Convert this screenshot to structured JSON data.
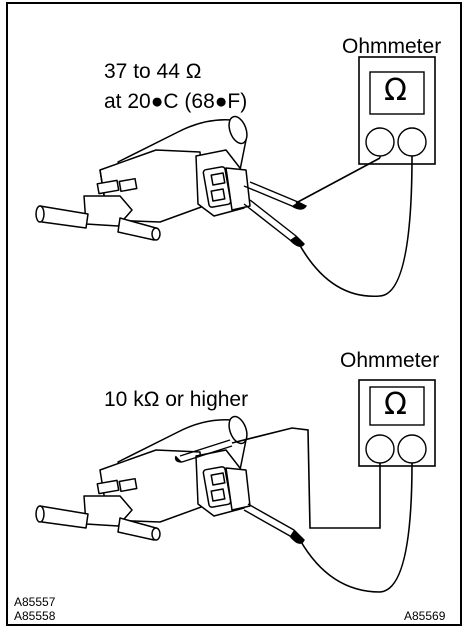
{
  "top_panel": {
    "meter_label": "Ohmmeter",
    "meter_symbol": "Ω",
    "spec_line1": "37 to 44 Ω",
    "spec_line2": "at 20●C (68●F)"
  },
  "bottom_panel": {
    "meter_label": "Ohmmeter",
    "meter_symbol": "Ω",
    "spec_line1": "10 kΩ or higher"
  },
  "figure_codes": {
    "left_line1": "A85557",
    "left_line2": "A85558",
    "right": "A85569"
  }
}
